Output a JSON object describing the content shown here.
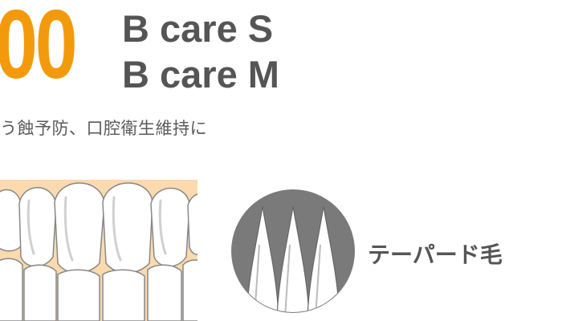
{
  "model_number": "00",
  "product_names": [
    "B care S",
    "B care M"
  ],
  "description": "う蝕予防、口腔衛生維持に",
  "bristle_label": "テーパード毛",
  "icons": {
    "teeth": "teeth-illustration-icon",
    "bristles": "tapered-bristles-icon"
  },
  "colors": {
    "accent": "#F39A0C",
    "heading": "#555555",
    "body_text": "#5a5a5a",
    "gum": "#FADAAE",
    "bristle_bg": "#7a7a7a"
  }
}
